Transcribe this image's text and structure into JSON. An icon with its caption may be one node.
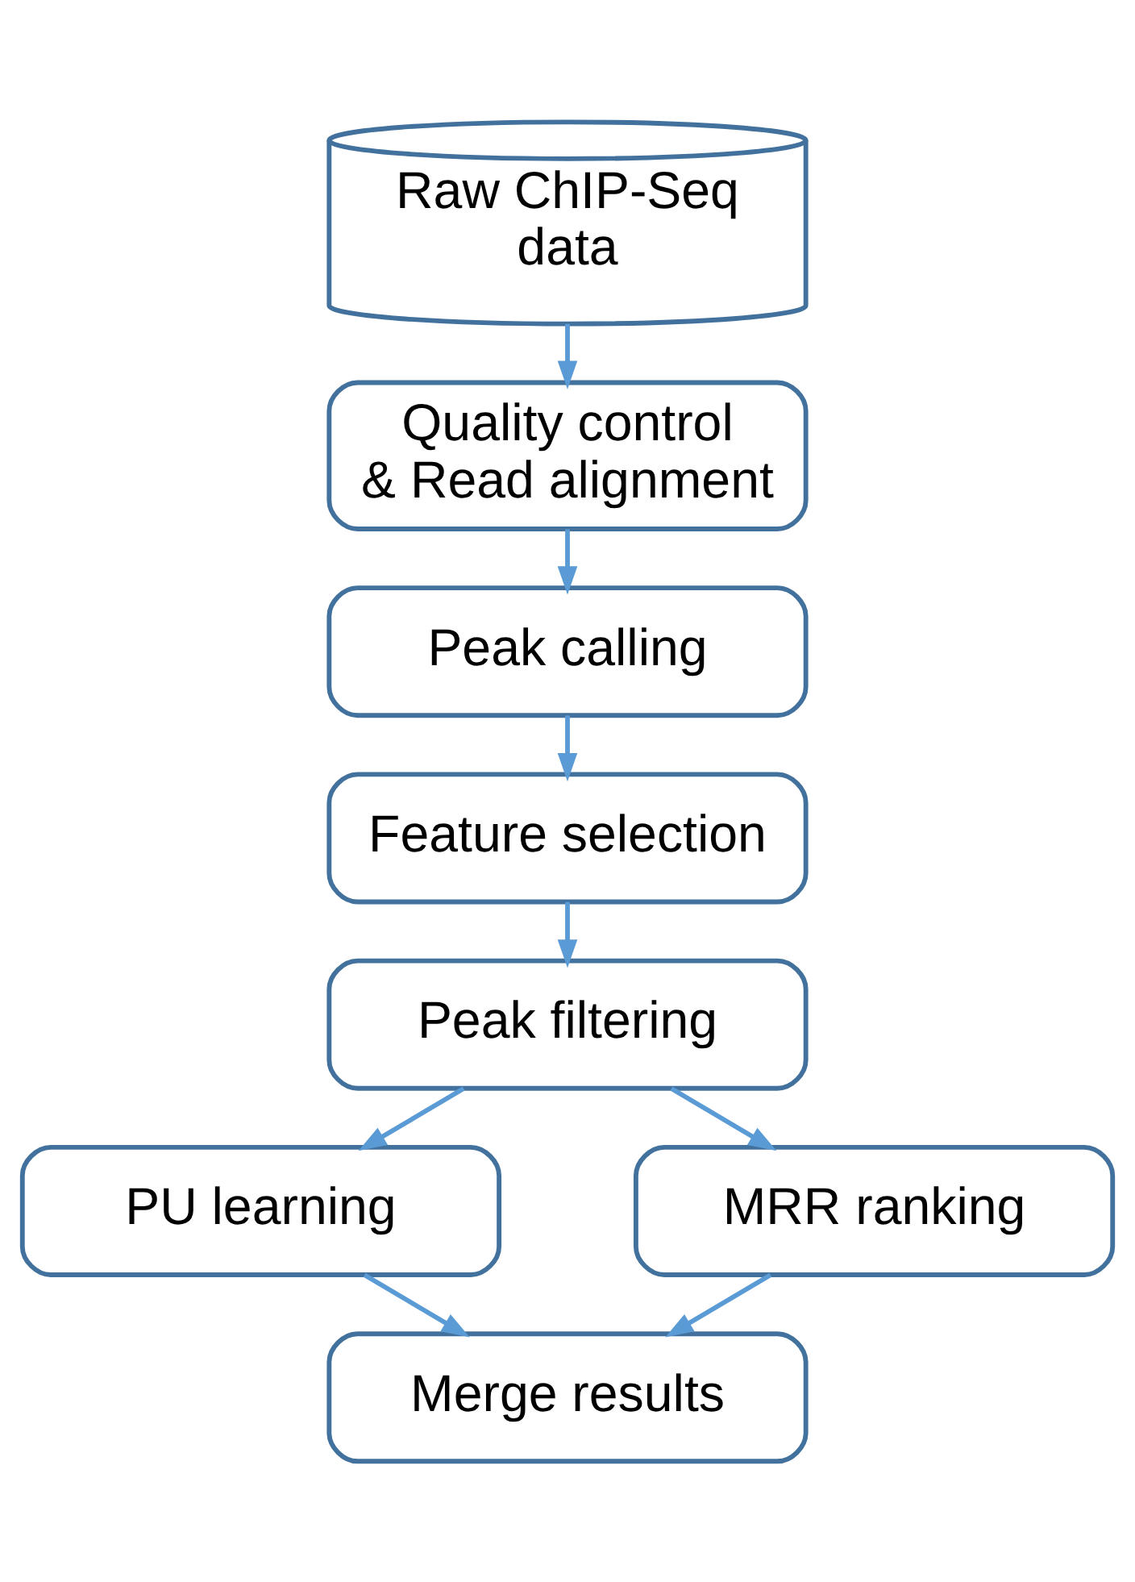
{
  "diagram": {
    "nodes": [
      {
        "text": [
          "Raw ChIP-Seq data"
        ]
      },
      {
        "text": [
          "Quality control & Read alignment"
        ]
      },
      {
        "text": [
          "Peak calling"
        ]
      },
      {
        "text": [
          "Feature selection"
        ]
      },
      {
        "text": [
          "Peak filtering"
        ]
      },
      {
        "text": [
          "PU learning"
        ]
      },
      {
        "text": [
          "MRR ranking"
        ]
      },
      {
        "text": [
          "Merge results"
        ]
      }
    ],
    "edges": [
      {
        "from": 0,
        "to": 1,
        "arrow": "to"
      },
      {
        "from": 1,
        "to": 2,
        "arrow": "to"
      },
      {
        "from": 2,
        "to": 3,
        "arrow": "to"
      },
      {
        "from": 3,
        "to": 4,
        "arrow": "to"
      },
      {
        "from": 4,
        "to": 5,
        "arrow": "to"
      },
      {
        "from": 4,
        "to": 6,
        "arrow": "to"
      },
      {
        "from": 5,
        "to": 7,
        "arrow": "to"
      },
      {
        "from": 6,
        "to": 7,
        "arrow": "to"
      }
    ]
  }
}
